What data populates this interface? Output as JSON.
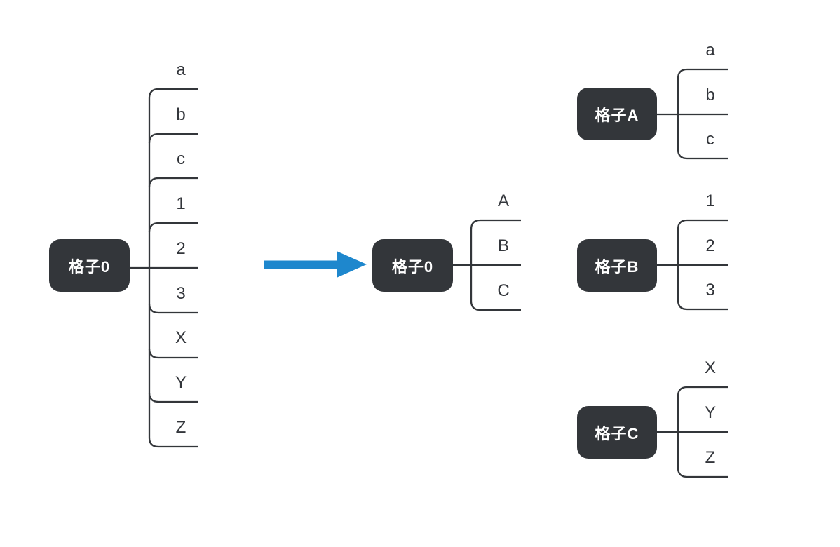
{
  "colors": {
    "background": "#ffffff",
    "node_bg": "#33363a",
    "node_text": "#ffffff",
    "line": "#33363a",
    "label_text": "#33363b",
    "arrow": "#1e87cd"
  },
  "before": {
    "root_label": "格子0",
    "children": [
      "a",
      "b",
      "c",
      "1",
      "2",
      "3",
      "X",
      "Y",
      "Z"
    ]
  },
  "after": {
    "root": {
      "root_label": "格子0",
      "children": [
        "A",
        "B",
        "C"
      ]
    },
    "groups": [
      {
        "root_label": "格子A",
        "children": [
          "a",
          "b",
          "c"
        ]
      },
      {
        "root_label": "格子B",
        "children": [
          "1",
          "2",
          "3"
        ]
      },
      {
        "root_label": "格子C",
        "children": [
          "X",
          "Y",
          "Z"
        ]
      }
    ]
  }
}
